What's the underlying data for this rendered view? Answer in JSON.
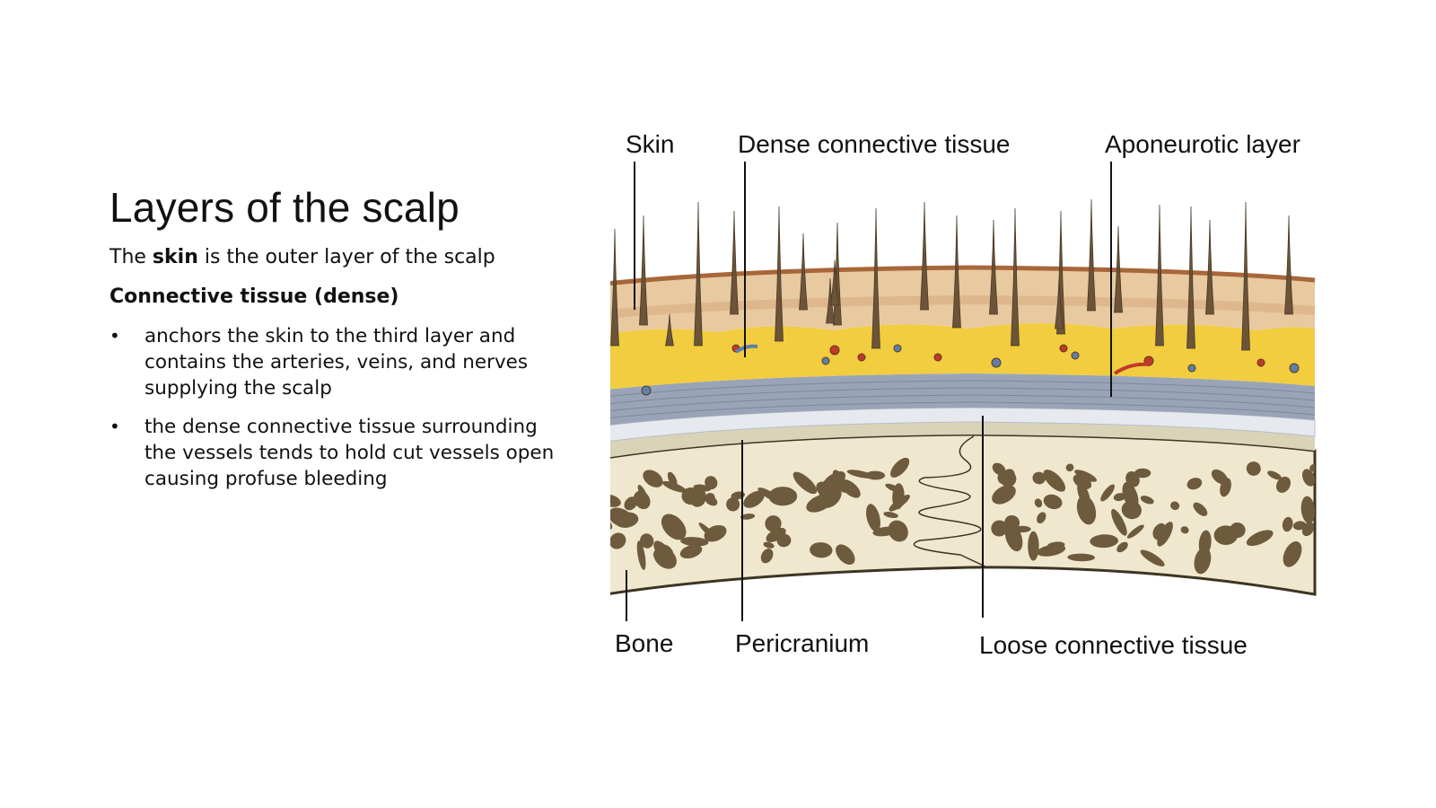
{
  "slide": {
    "title": "Layers of the scalp",
    "intro_prefix": "The ",
    "intro_bold": "skin",
    "intro_suffix": " is the outer layer of the scalp",
    "subheading": "Connective tissue (dense)",
    "bullets": [
      "anchors the skin to the third layer and contains the arteries, veins, and nerves supplying the scalp",
      "the dense connective tissue surrounding the vessels tends to hold cut vessels open causing profuse bleeding"
    ],
    "bullet_symbol": "•"
  },
  "diagram": {
    "labels": {
      "skin": "Skin",
      "dense": "Dense connective tissue",
      "aponeurotic": "Aponeurotic layer",
      "bone": "Bone",
      "pericranium": "Pericranium",
      "loose": "Loose connective tissue"
    },
    "colors": {
      "skin_top": "#a8673a",
      "skin": "#e8c9a0",
      "fat": "#f1cd3f",
      "aponeurosis": "#9aa4b8",
      "loose": "#e6e9ee",
      "pericranium": "#d9d3b8",
      "bone": "#efe8cf",
      "marrow": "#6e5a3c",
      "hair": "#6b5438"
    }
  }
}
